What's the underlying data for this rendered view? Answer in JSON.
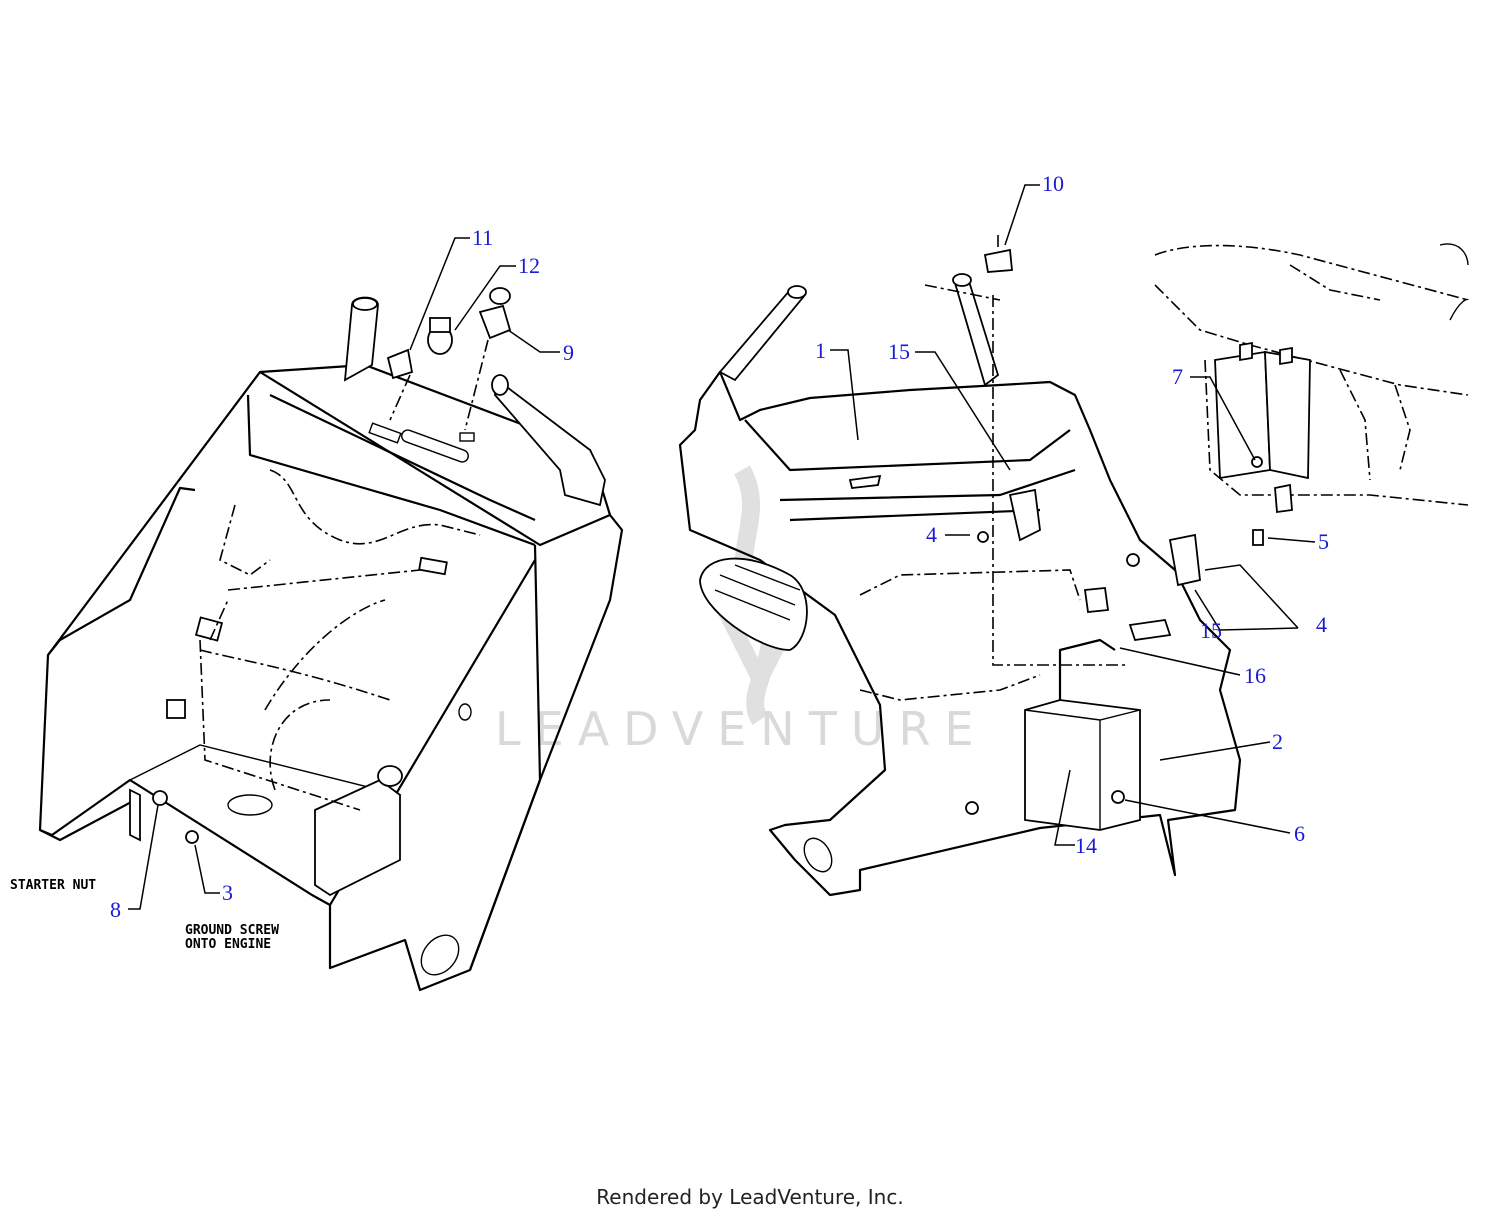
{
  "watermark": "LEADVENTURE",
  "footer": "Rendered by LeadVenture, Inc.",
  "notes": {
    "starter_nut": "STARTER NUT",
    "ground_screw_1": "GROUND SCREW",
    "ground_screw_2": "ONTO ENGINE"
  },
  "callouts": [
    "1",
    "2",
    "3",
    "4",
    "4",
    "5",
    "6",
    "7",
    "8",
    "9",
    "10",
    "11",
    "12",
    "14",
    "15",
    "15",
    "16"
  ],
  "colors": {
    "callout": "#1a1ad0",
    "line": "#000000",
    "watermark": "#d9d9d9"
  }
}
